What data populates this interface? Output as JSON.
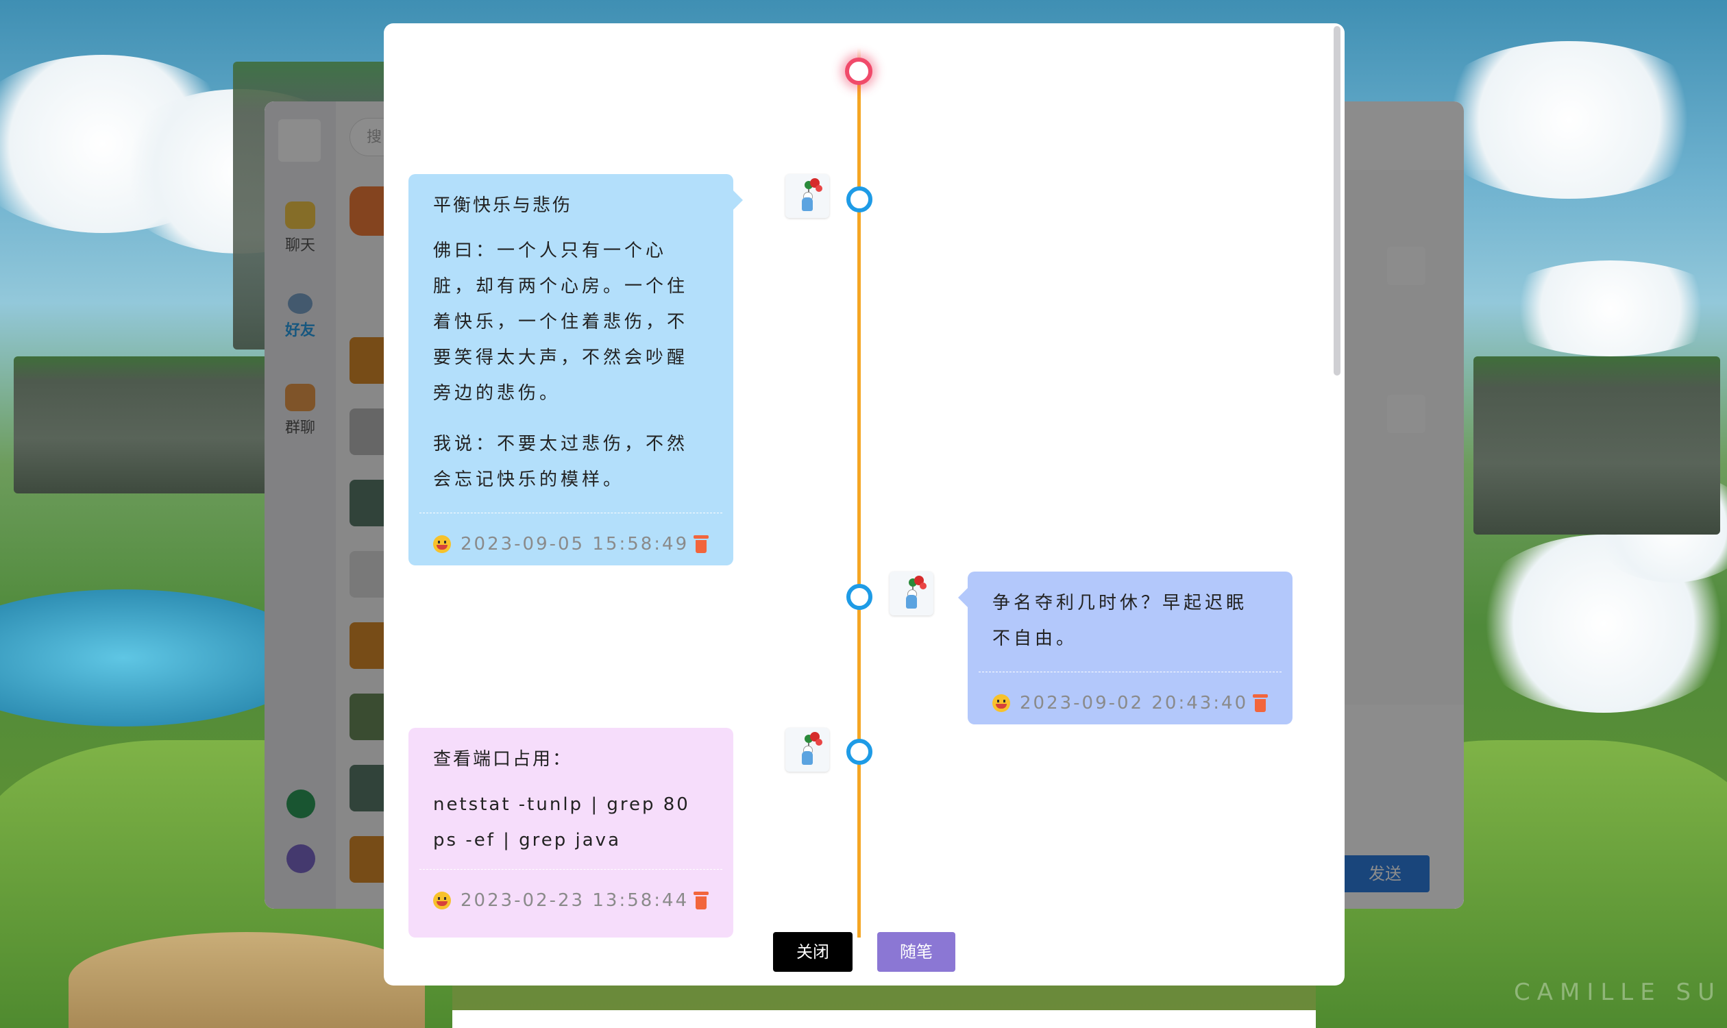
{
  "app": {
    "nav": [
      {
        "label": "聊天",
        "icon": "chat-bubbles-icon"
      },
      {
        "label": "好友",
        "icon": "friends-icon",
        "active": true
      },
      {
        "label": "群聊",
        "icon": "group-chat-icon"
      }
    ],
    "search_placeholder": "搜",
    "send_label": "发送"
  },
  "modal": {
    "entries": [
      {
        "side": "left",
        "color": "#b3dffb",
        "title": "平衡快乐与悲伤",
        "paragraphs": [
          "佛曰：一个人只有一个心脏，却有两个心房。一个住着快乐，一个住着悲伤，不要笑得太大声，不然会吵醒旁边的悲伤。",
          "我说：不要太过悲伤，不然会忘记快乐的模样。"
        ],
        "date": "2023-09-05 15:58:49"
      },
      {
        "side": "right",
        "color": "#b3c8fb",
        "title": "",
        "paragraphs": [
          "争名夺利几时休？早起迟眠不自由。"
        ],
        "date": "2023-09-02 20:43:40"
      },
      {
        "side": "left",
        "color": "#f6ddfb",
        "title": "查看端口占用：",
        "paragraphs": [
          "netstat -tunlp | grep 80",
          "ps -ef | grep java"
        ],
        "date": "2023-02-23 13:58:44"
      }
    ],
    "buttons": {
      "close": "关闭",
      "note": "随笔"
    },
    "colors": {
      "line": "#f5a623",
      "node": "#1e9be6",
      "top_node": "#f04a6a"
    }
  },
  "watermark": "CAMILLE SU"
}
